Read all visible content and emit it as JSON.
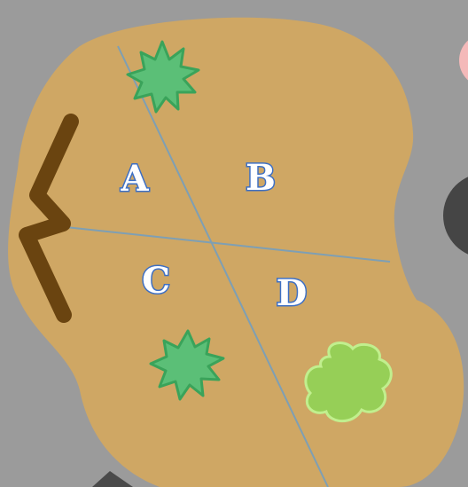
{
  "map": {
    "regions": [
      {
        "id": "A",
        "label": "A"
      },
      {
        "id": "B",
        "label": "B"
      },
      {
        "id": "C",
        "label": "C"
      },
      {
        "id": "D",
        "label": "D"
      }
    ]
  },
  "colors": {
    "background": "#9b9b9b",
    "land": "#cfa764",
    "divider_lines": "#7e9fb4",
    "label_outline": "#3d6fc4",
    "spiky_bush_fill": "#5bbf77",
    "spiky_bush_stroke": "#3aa35a",
    "round_bush_fill": "#96cf57",
    "round_bush_stroke": "#c1ef8e",
    "wall": "#6a4410",
    "dark_circle": "#454545",
    "pink_object": "#f4b9b9",
    "corner_object": "#4a4a4a"
  }
}
